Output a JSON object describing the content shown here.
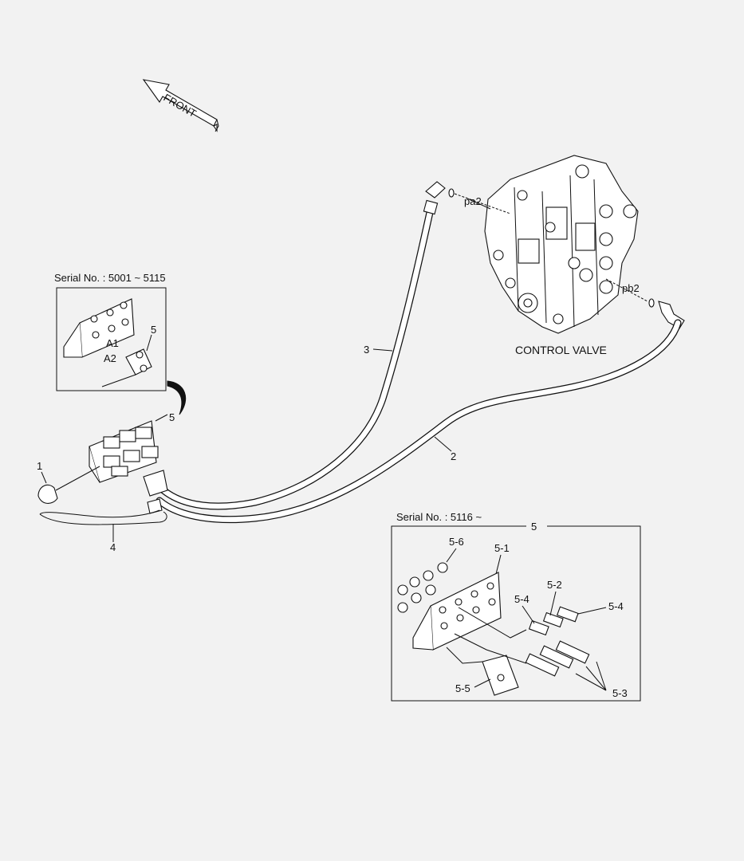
{
  "front_arrow": {
    "text": "FRONT"
  },
  "control_valve": {
    "title": "CONTROL VALVE",
    "port_a": "pa2",
    "port_b": "pb2"
  },
  "hoses": {
    "hose_2": "2",
    "hose_3": "3"
  },
  "main_parts": {
    "switch": "1",
    "wire": "4",
    "block": "5"
  },
  "inset_old": {
    "serial": "Serial No. : 5001 ~ 5115",
    "label_a1": "A1",
    "label_a2": "A2",
    "label_part": "5"
  },
  "inset_new": {
    "serial": "Serial No. : 5116 ~",
    "header": "5",
    "p5_1": "5-1",
    "p5_2": "5-2",
    "p5_3": "5-3",
    "p5_4a": "5-4",
    "p5_4b": "5-4",
    "p5_5": "5-5",
    "p5_6": "5-6"
  }
}
